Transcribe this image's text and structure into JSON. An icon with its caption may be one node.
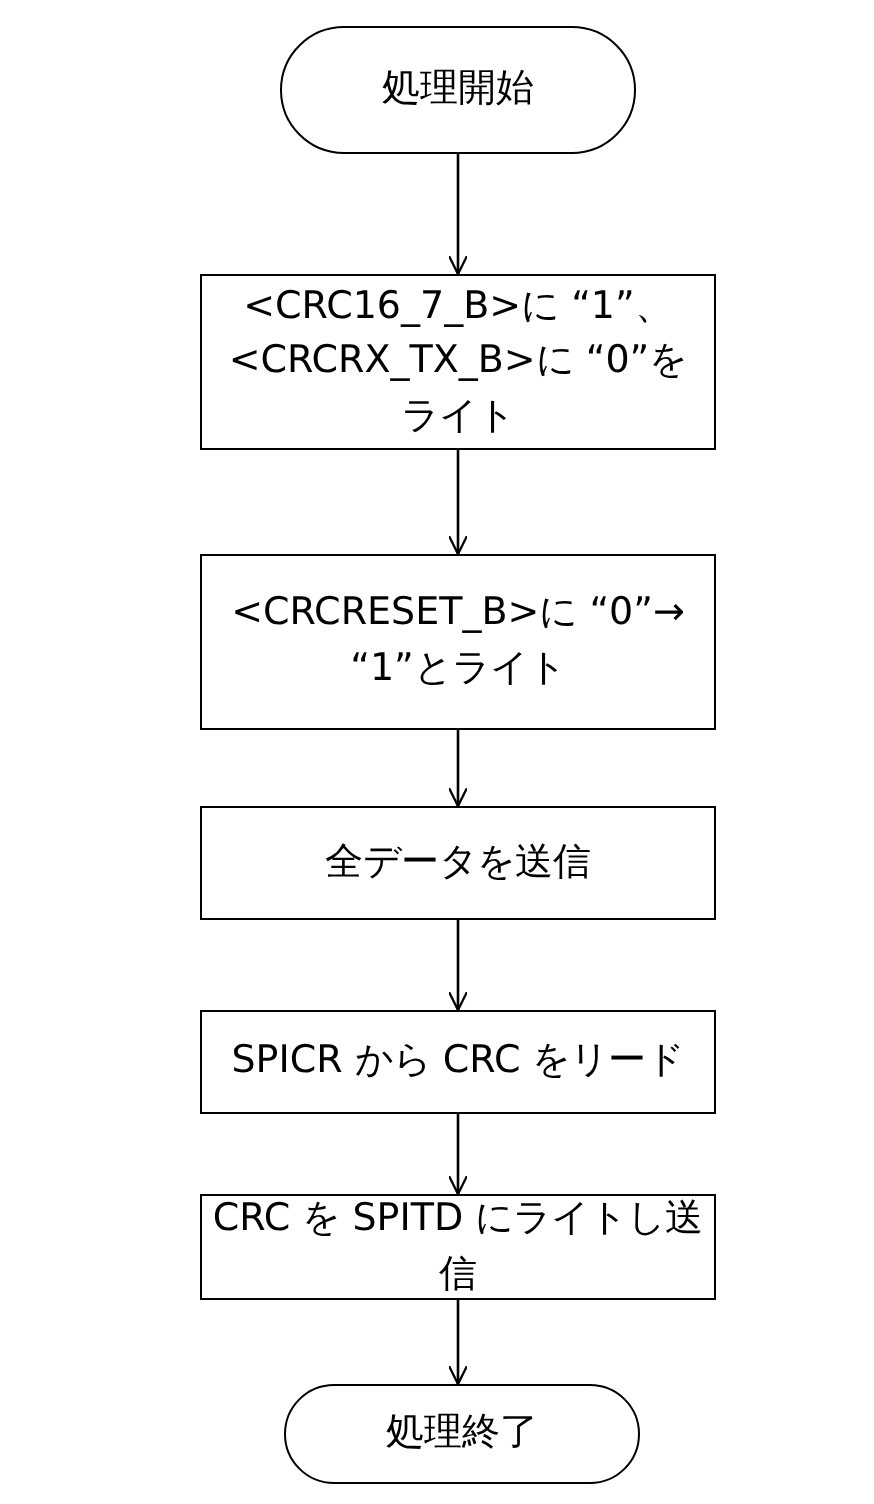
{
  "diagram": {
    "nodes": [
      {
        "text": [
          "処理開始"
        ]
      },
      {
        "text": [
          "<CRC16_7_B>に “1”、 <CRCRX_TX_B>に “0”をライト"
        ]
      },
      {
        "text": [
          "<CRCRESET_B>に “0”→ “1”とライト"
        ]
      },
      {
        "text": [
          "全データを送信"
        ]
      },
      {
        "text": [
          "SPICR から CRC をリード"
        ]
      },
      {
        "text": [
          "CRC を SPITD にライトし送信"
        ]
      },
      {
        "text": [
          "処理終了"
        ]
      }
    ],
    "edges": [
      {
        "from": 0,
        "to": 1,
        "arrow": "to"
      },
      {
        "from": 1,
        "to": 2,
        "arrow": "to"
      },
      {
        "from": 2,
        "to": 3,
        "arrow": "to"
      },
      {
        "from": 3,
        "to": 4,
        "arrow": "to"
      },
      {
        "from": 4,
        "to": 5,
        "arrow": "to"
      },
      {
        "from": 5,
        "to": 6,
        "arrow": "to"
      }
    ]
  }
}
